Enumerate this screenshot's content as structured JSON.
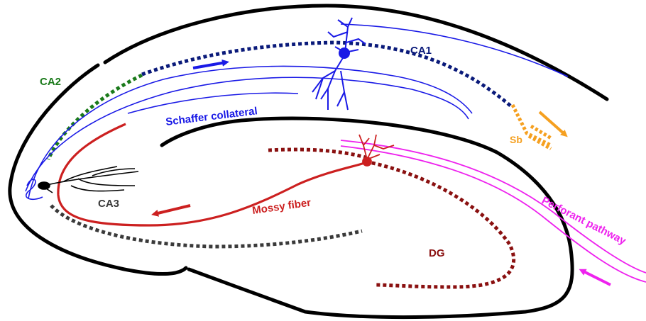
{
  "labels": {
    "ca1": "CA1",
    "ca2": "CA2",
    "ca3": "CA3",
    "dg": "DG",
    "sb": "Sb",
    "schaffer": "Schaffer collateral",
    "mossy": "Mossy fiber",
    "perforant": "Perforant pathway"
  },
  "colors": {
    "outline": "#000000",
    "ca1": "#0a1a7a",
    "schaffer": "#1a1ae6",
    "ca2": "#1a7a1a",
    "ca3_layer": "#3a3a3a",
    "ca3_neuron": "#000000",
    "mossy": "#cc2020",
    "dg": "#8a1010",
    "perforant": "#ee22ee",
    "subiculum": "#f5a020"
  }
}
